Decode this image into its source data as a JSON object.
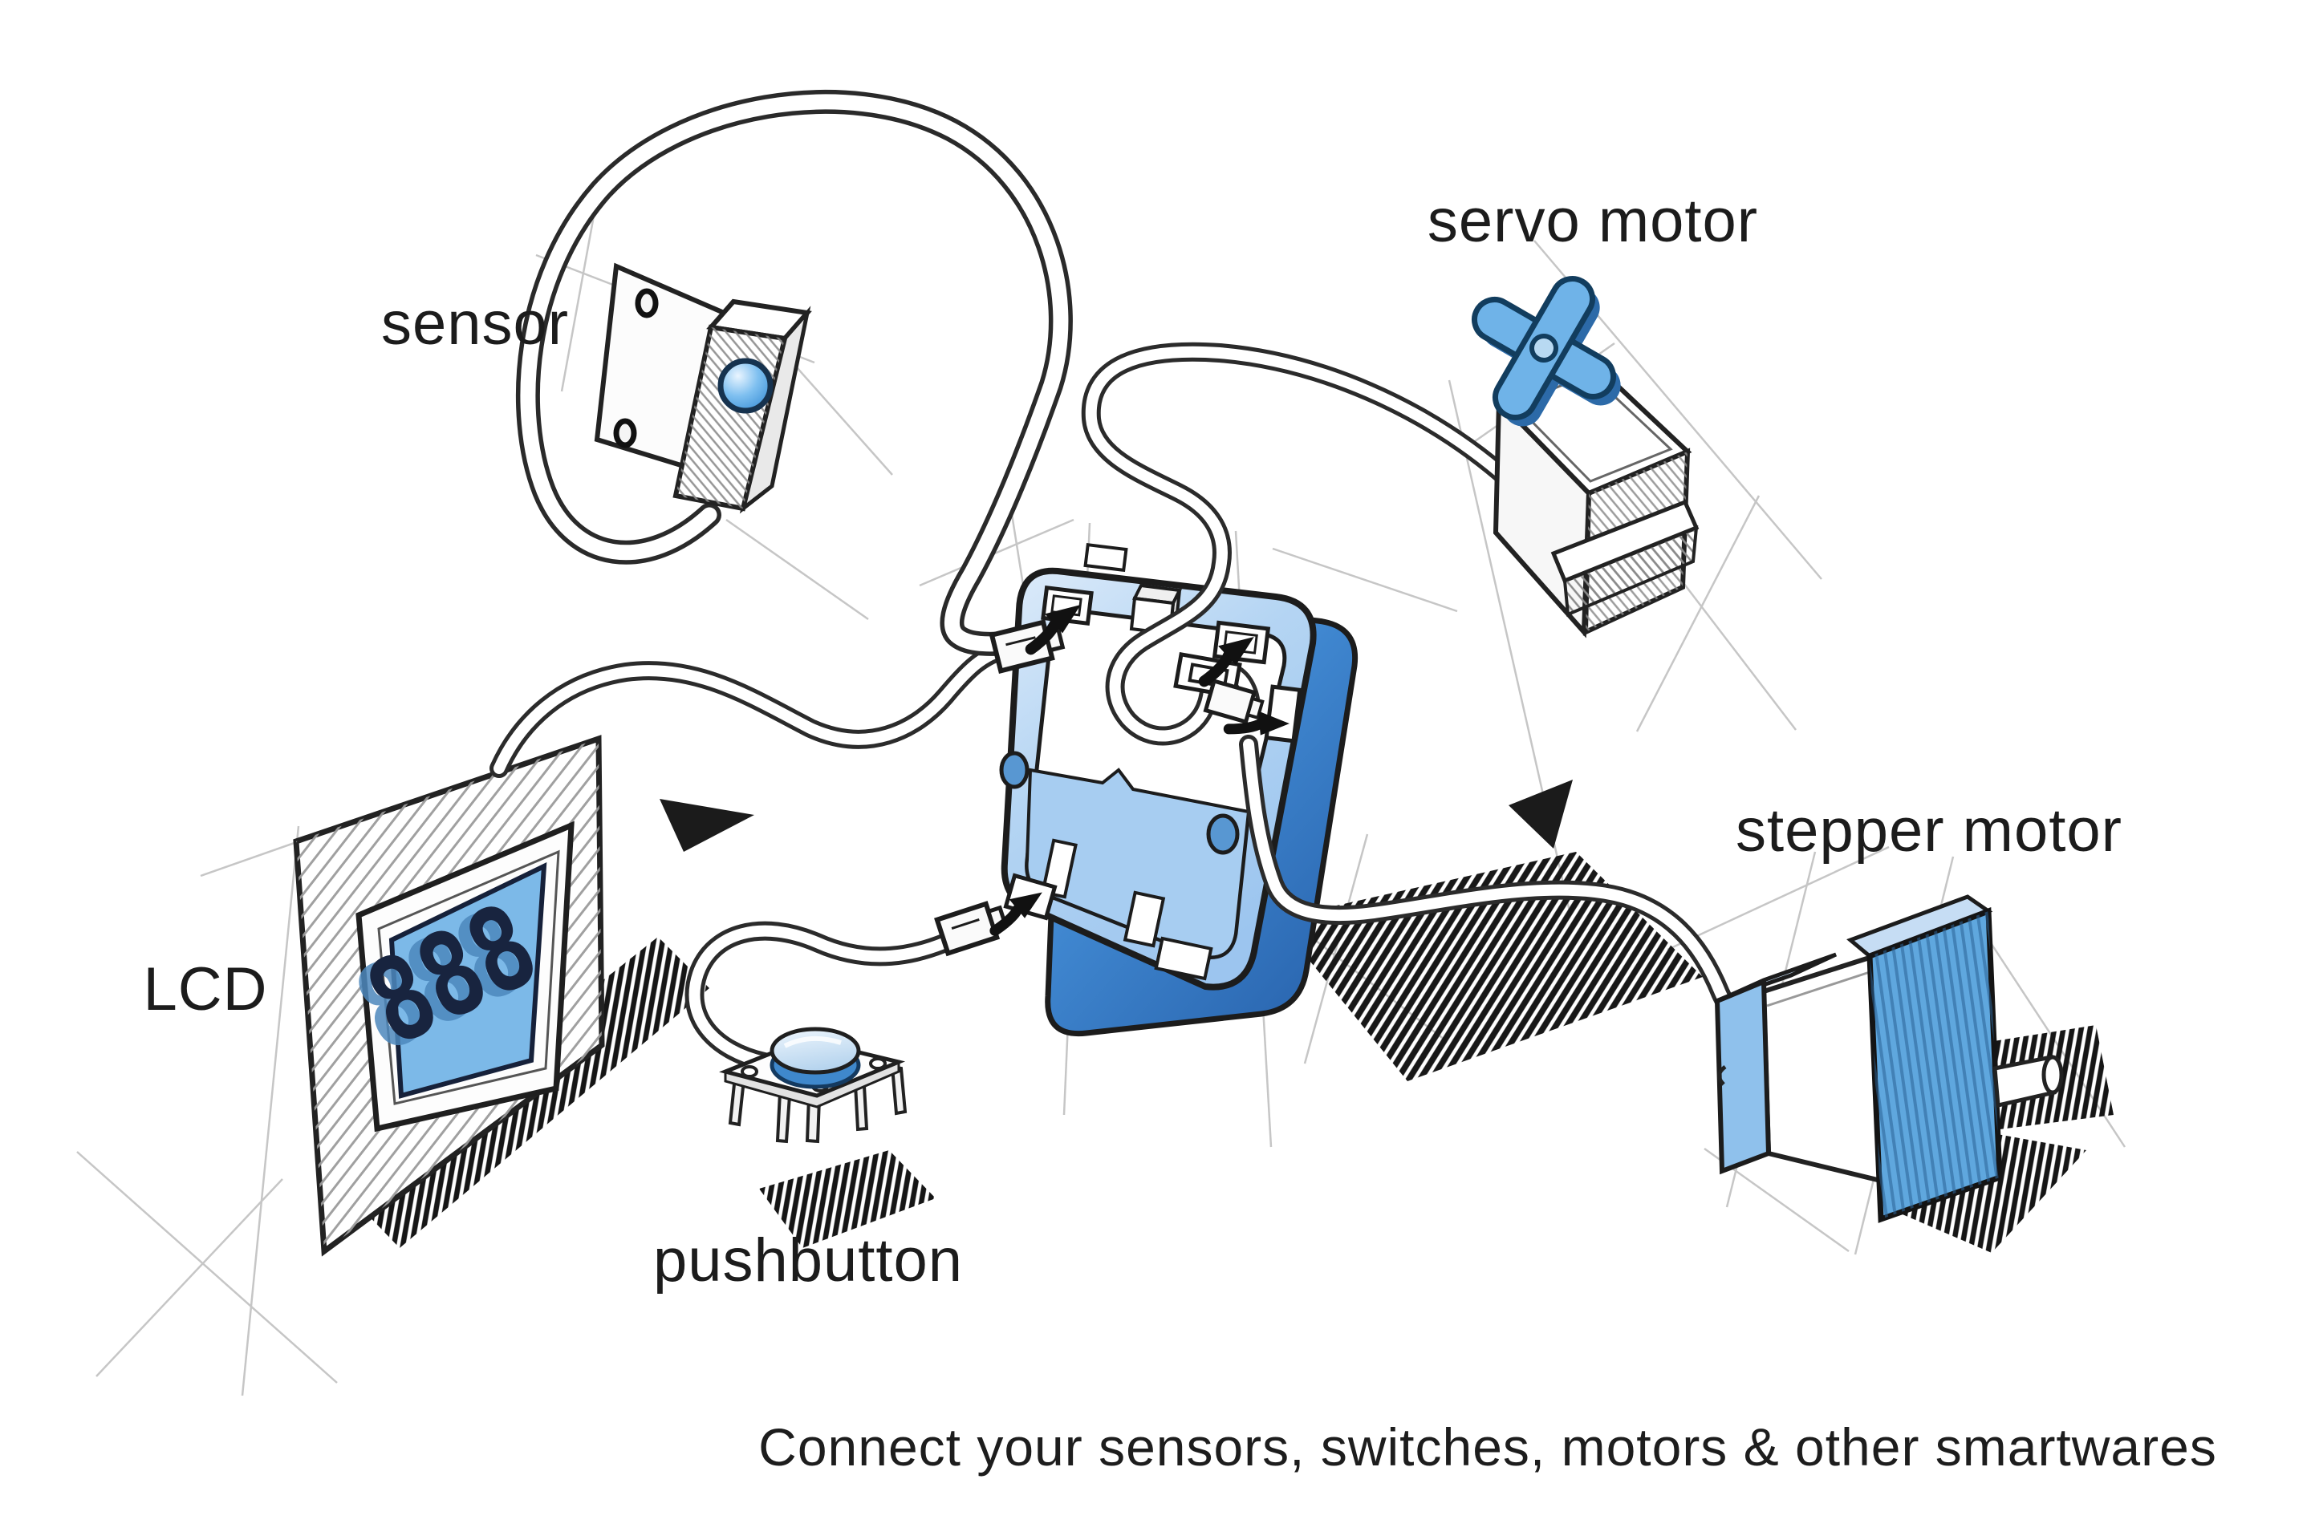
{
  "palette": {
    "ink": "#1c1c1c",
    "hub_face_blue": "#a7cdf1",
    "hub_side_blue": "#2e6fb6",
    "accent_blue": "#6fb3e8",
    "screen_blue": "#7cb9e8",
    "digit_ink": "#18243f",
    "shadow_ink": "#161616"
  },
  "labels": {
    "sensor": "sensor",
    "servo": "servo motor",
    "lcd": "LCD",
    "pushbutton": "pushbutton",
    "stepper": "stepper motor"
  },
  "lcd_display": {
    "value": "888"
  },
  "caption": {
    "text": "Connect your sensors, switches, motors & other smartwares"
  }
}
